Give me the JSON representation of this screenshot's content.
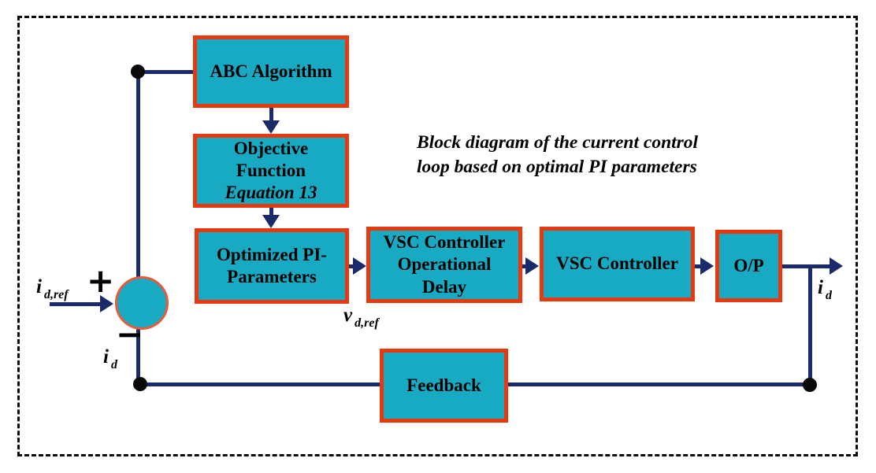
{
  "colors": {
    "block_fill": "#18AAC2",
    "block_border": "#E8380D",
    "sum_circle_border": "#E75A3A",
    "connector_line": "#1B2A6B",
    "junction_dot": "#0A0A0A",
    "frame_border": "#0A0A0A",
    "text": "#000000",
    "background": "#FFFFFF"
  },
  "title": {
    "line1": "Block diagram of the current control",
    "line2": "loop based on optimal PI parameters"
  },
  "blocks": {
    "abc": {
      "label": "ABC Algorithm"
    },
    "objective": {
      "line1": "Objective",
      "line2": "Function",
      "line3": "Equation 13"
    },
    "optimized": {
      "line1": "Optimized PI-",
      "line2": "Parameters"
    },
    "delay": {
      "line1": "VSC Controller",
      "line2": "Operational",
      "line3": "Delay"
    },
    "vsc": {
      "label": "VSC Controller"
    },
    "op": {
      "label": "O/P"
    },
    "feedback": {
      "label": "Feedback"
    }
  },
  "labels": {
    "input": {
      "base": "i",
      "sub": "d,ref"
    },
    "error_feedback": {
      "base": "i",
      "sub": "d"
    },
    "v_ref": {
      "base": "v",
      "sub": "d,ref"
    },
    "output": {
      "base": "i",
      "sub": "d"
    },
    "plus_sign": "+",
    "minus_sign": "−"
  }
}
